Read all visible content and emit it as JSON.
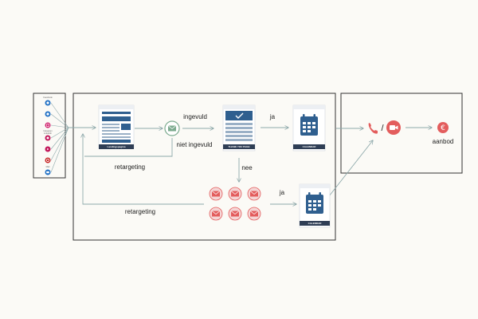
{
  "flow": {
    "ingevuld": "ingevuld",
    "niet_ingevuld": "niet ingevuld",
    "ja_top": "ja",
    "ja_bottom": "ja",
    "nee": "nee",
    "retargeting_inner": "retargeting",
    "retargeting_outer": "retargeting",
    "aanbod": "aanbod",
    "slash": "/"
  },
  "captions": {
    "landingpage": "Landingspagina",
    "thankyou": "THANK YOU PAGE",
    "calendar_top": "CALENDAR",
    "calendar_bottom": "CALENDAR"
  },
  "sources": [
    {
      "label": "Facebook",
      "icon": "facebook-icon",
      "color": "#1f6fc4"
    },
    {
      "label": "",
      "icon": "pinterest-icon",
      "color": "#1f6fc4"
    },
    {
      "label": "Instagram",
      "icon": "instagram-icon",
      "color": "#d0246f"
    },
    {
      "label": "LinkedIn",
      "icon": "linkedin-icon",
      "color": "#c2185b"
    },
    {
      "label": "",
      "icon": "youtube-icon",
      "color": "#c2185b"
    },
    {
      "label": "",
      "icon": "google-icon",
      "color": "#c62828"
    },
    {
      "label": "Mail",
      "icon": "mail-icon",
      "color": "#1f6fc4"
    }
  ],
  "colors": {
    "line": "#8ea9ab",
    "box": "#333333",
    "accent_red": "#e35d5d",
    "navy": "#2f5f8f",
    "green": "#7cab8f"
  }
}
